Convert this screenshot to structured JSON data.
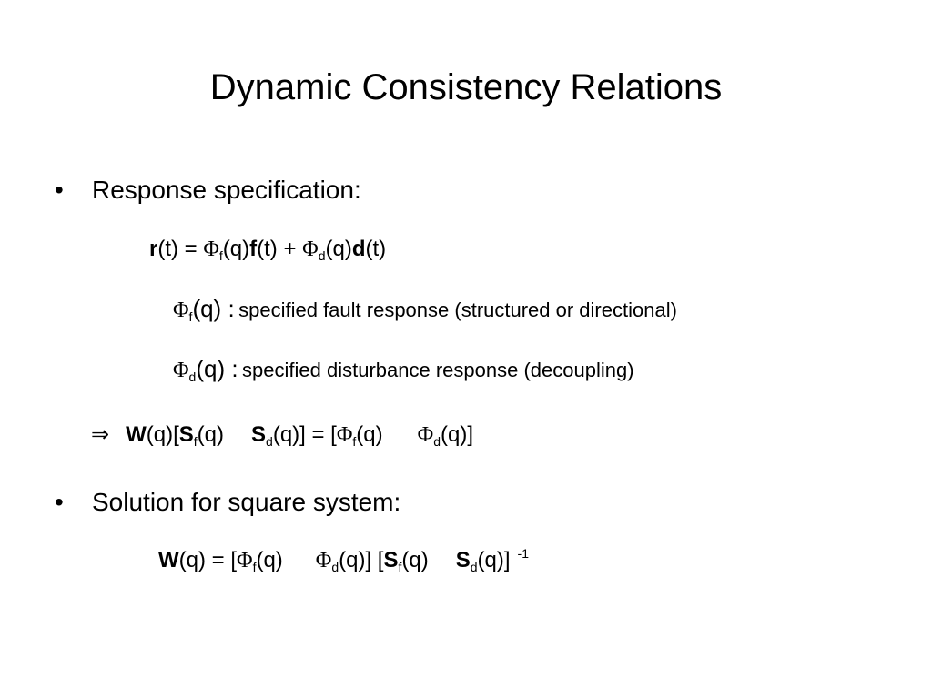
{
  "slide": {
    "title": "Dynamic Consistency Relations",
    "bullet_char": "•",
    "bullet1": "Response specification:",
    "bullet2": "Solution for square system:",
    "implies": "⇒",
    "phi": "Φ",
    "eq1": {
      "r": "r",
      "t_eq": "(t) =",
      "f_sub": "f",
      "q": "(q)",
      "f": "f",
      "t_plus": "(t) +",
      "d_sub": "d",
      "q2": "(q)",
      "d": "d",
      "t_end": "(t)"
    },
    "line_phi_f": {
      "sub": "f",
      "arg": "(q) :",
      "text": "specified fault response (structured or directional)"
    },
    "line_phi_d": {
      "sub": "d",
      "arg": "(q) :",
      "text": "specified disturbance response (decoupling)"
    },
    "eq2": {
      "W": "W",
      "q_bracket": "(q)[",
      "S": "S",
      "f_sub": "f",
      "q1": "(q)",
      "S2": "S",
      "d_sub": "d",
      "q2_eq": "(q)] = [",
      "f_sub2": "f",
      "q3": "(q)",
      "d_sub2": "d",
      "q4_end": "(q)]"
    },
    "eq3": {
      "W": "W",
      "q_eq": "(q) = [",
      "f_sub": "f",
      "q1": "(q)",
      "d_sub": "d",
      "q2_bracket": "(q)] [",
      "S": "S",
      "f_sub2": "f",
      "q3": "(q)",
      "S2": "S",
      "d_sub2": "d",
      "q4_end": "(q)]",
      "exp": "-1"
    }
  }
}
